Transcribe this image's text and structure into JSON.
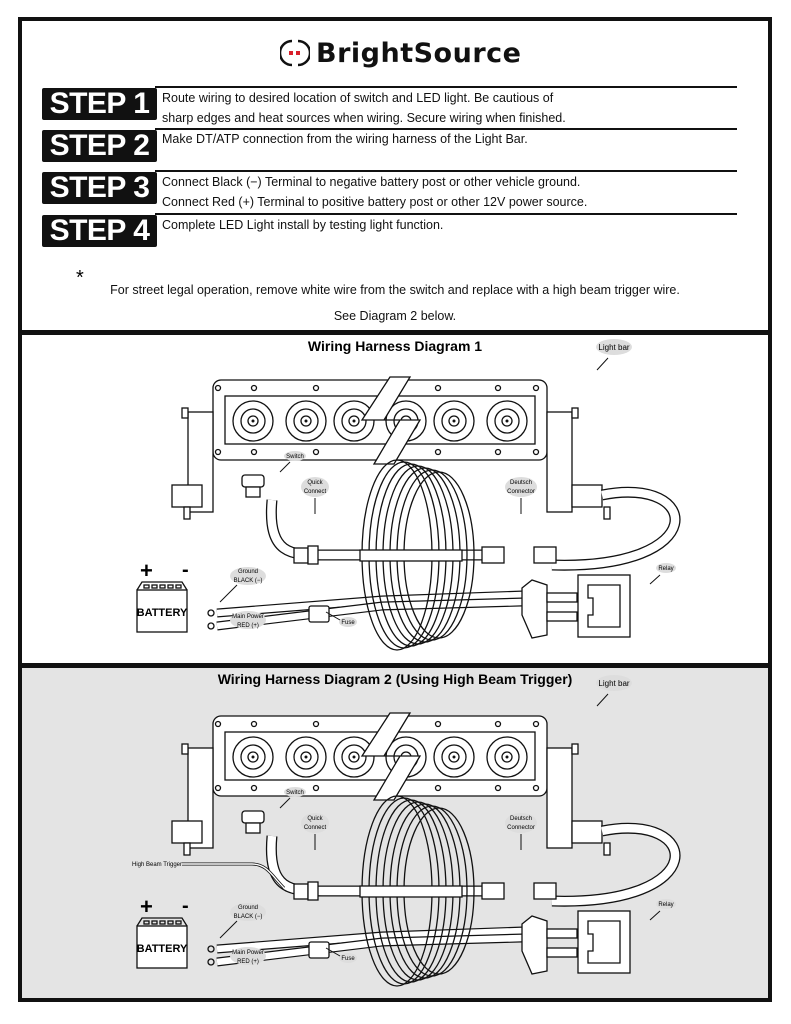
{
  "brand": {
    "name": "BrightSource",
    "accent": "#d9202a"
  },
  "steps": [
    {
      "label": "STEP 1",
      "lines": [
        "Route wiring to desired location of switch and LED light. Be cautious of",
        "sharp edges and heat sources when wiring. Secure wiring when finished."
      ]
    },
    {
      "label": "STEP 2",
      "lines": [
        "Make DT/ATP connection from the wiring harness of the Light Bar."
      ]
    },
    {
      "label": "STEP 3",
      "lines": [
        "Connect Black (−) Terminal to negative battery post or other vehicle ground.",
        "Connect Red (+) Terminal to positive battery post or other 12V power source."
      ]
    },
    {
      "label": "STEP 4",
      "lines": [
        "Complete LED Light install by testing light function."
      ]
    }
  ],
  "note": {
    "asterisk": "*",
    "text": "For street legal operation, remove white wire from the switch and replace with a high beam trigger wire.",
    "see": "See Diagram 2 below."
  },
  "diagram1": {
    "title": "Wiring Harness Diagram 1",
    "background": "#ffffff",
    "labels": {
      "light_bar": "Light bar",
      "switch": "Switch",
      "quick1": "Quick",
      "quick2": "Connect",
      "deutsch1": "Deutsch",
      "deutsch2": "Connector",
      "ground": "Ground",
      "black": "BLACK (−)",
      "main_power": "Main Power",
      "red": "RED (+)",
      "fuse": "Fuse",
      "relay": "Relay",
      "battery": "BATTERY",
      "plus": "+",
      "minus": "-"
    }
  },
  "diagram2": {
    "title": "Wiring Harness Diagram 2 (Using High Beam Trigger)",
    "background": "#e4e4e4",
    "labels": {
      "light_bar": "Light bar",
      "switch": "Switch",
      "quick1": "Quick",
      "quick2": "Connect",
      "deutsch1": "Deutsch",
      "deutsch2": "Connector",
      "ground": "Ground",
      "black": "BLACK (−)",
      "main_power": "Main Power",
      "red": "RED (+)",
      "fuse": "Fuse",
      "relay": "Relay",
      "battery": "BATTERY",
      "plus": "+",
      "minus": "-",
      "high_beam": "High Beam Trigger"
    }
  }
}
